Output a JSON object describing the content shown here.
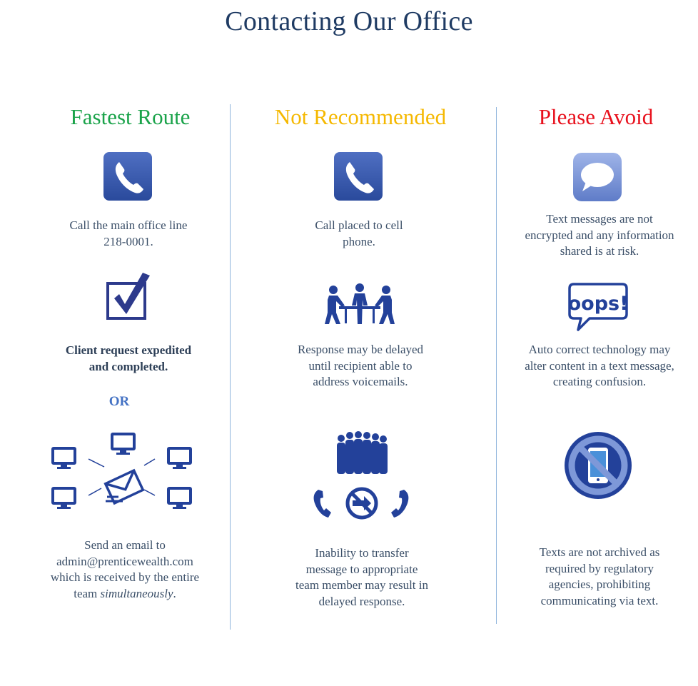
{
  "page": {
    "title": "Contacting Our Office"
  },
  "colors": {
    "green": "#1aa34a",
    "yellow": "#f5b800",
    "red": "#e8101c",
    "navy": "#23419a",
    "accent_blue": "#4472c4"
  },
  "columns": [
    {
      "heading": "Fastest Route",
      "items": [
        {
          "icon": "phone-icon",
          "lines": [
            "Call the main  office line",
            "218-0001."
          ]
        },
        {
          "icon": "checkbox-check-icon",
          "lines": [
            "Client request expedited",
            "and  completed."
          ]
        },
        {
          "separator": "OR"
        },
        {
          "icon": "email-network-icon",
          "lines": [
            "Send an email to",
            "admin@prenticewealth.com",
            "which is received by the entire"
          ],
          "last_line_prefix": "team ",
          "last_line_emphasis": "simultaneously",
          "last_line_suffix": "."
        }
      ]
    },
    {
      "heading": "Not Recommended",
      "items": [
        {
          "icon": "phone-icon",
          "lines": [
            "Call placed to cell",
            "phone."
          ]
        },
        {
          "icon": "meeting-table-icon",
          "lines": [
            "Response  may be delayed",
            "until recipient able to",
            "address voicemails."
          ]
        },
        {
          "icon": "team-no-transfer-icon",
          "lines": [
            "Inability to transfer",
            "message to appropriate",
            "team member may result in",
            "delayed response."
          ]
        }
      ]
    },
    {
      "heading": "Please Avoid",
      "items": [
        {
          "icon": "speech-bubble-icon",
          "lines": [
            "Text messages are not",
            "encrypted and  any information",
            "shared is at risk."
          ]
        },
        {
          "icon": "oops-bubble-icon",
          "icon_text": "oops!",
          "lines": [
            "Auto correct technology may",
            "alter content in a text message,",
            "creating confusion."
          ]
        },
        {
          "icon": "no-phone-icon",
          "lines": [
            "Texts are not archived as",
            "required by regulatory",
            "agencies,  prohibiting",
            "communicating via text."
          ]
        }
      ]
    }
  ]
}
